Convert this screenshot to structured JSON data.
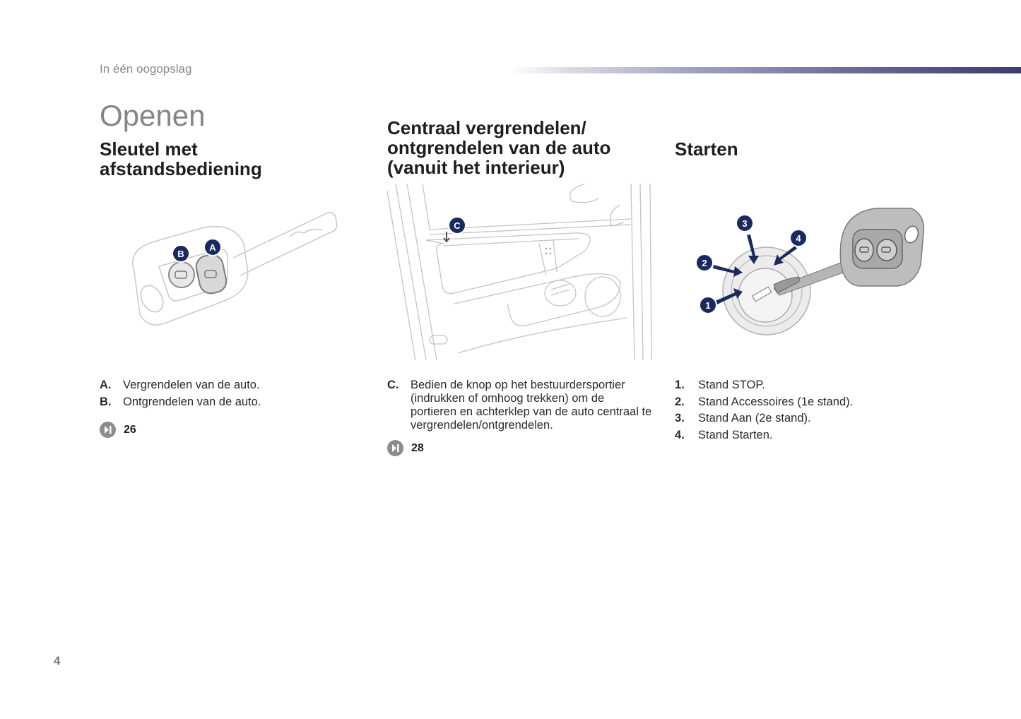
{
  "header": {
    "chapter_label": "In één oogopslag"
  },
  "section": {
    "title": "Openen"
  },
  "columns": [
    {
      "heading": "Sleutel met afstandsbediening",
      "heading_lines": [
        "Sleutel met",
        "afstandsbediening"
      ],
      "illustration": "remote-key-illustration",
      "callouts": [
        "A",
        "B"
      ],
      "items": [
        {
          "key": "A.",
          "text": "Vergrendelen van de auto."
        },
        {
          "key": "B.",
          "text": "Ontgrendelen van de auto."
        }
      ],
      "page_ref": "26"
    },
    {
      "heading": "Centraal vergrendelen/ ontgrendelen van de auto (vanuit het interieur)",
      "heading_lines": [
        "Centraal vergrendelen/",
        "ontgrendelen van de auto",
        "(vanuit het interieur)"
      ],
      "illustration": "door-panel-illustration",
      "callouts": [
        "C"
      ],
      "items": [
        {
          "key": "C.",
          "text": "Bedien de knop op het bestuurdersportier (indrukken of omhoog trekken) om de portieren en achterklep van de auto centraal te vergrendelen/ontgrendelen."
        }
      ],
      "page_ref": "28"
    },
    {
      "heading": "Starten",
      "heading_lines": [
        "Starten"
      ],
      "illustration": "ignition-switch-illustration",
      "callouts": [
        "1",
        "2",
        "3",
        "4"
      ],
      "items": [
        {
          "key": "1.",
          "text": "Stand STOP."
        },
        {
          "key": "2.",
          "text": "Stand Accessoires (1e stand)."
        },
        {
          "key": "3.",
          "text": "Stand Aan (2e stand)."
        },
        {
          "key": "4.",
          "text": "Stand Starten."
        }
      ]
    }
  ],
  "footer": {
    "page_number": "4"
  },
  "colors": {
    "callout_badge": "#1b2a5e",
    "header_bar_end": "#3c3c6e",
    "title_gray": "#858585",
    "ref_icon": "#8c8c8c"
  }
}
